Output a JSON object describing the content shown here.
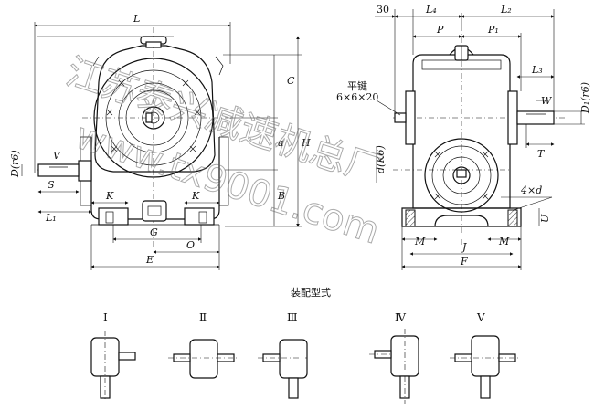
{
  "front_view_labels": {
    "L": "L",
    "C": "C",
    "H": "H",
    "a": "a",
    "B": "B",
    "D_r6": "D(r6)",
    "V": "V",
    "S": "S",
    "L1": "L₁",
    "K_left": "K",
    "K_right": "K",
    "G": "G",
    "O": "O",
    "E": "E"
  },
  "side_view_labels": {
    "dim_30": "30",
    "L4": "L₄",
    "L2": "L₂",
    "P": "P",
    "P1": "P₁",
    "L3": "L₃",
    "key_line1": "平键",
    "key_line2": "6×6×20",
    "W": "W",
    "D1_r6": "D₁(r6)",
    "T": "T",
    "d_K6": "d(K6)",
    "holes": "4×d",
    "U": "U",
    "M_left": "M",
    "M_right": "M",
    "J": "J",
    "F": "F"
  },
  "assembly": {
    "title": "装配型式",
    "types": [
      "Ⅰ",
      "Ⅱ",
      "Ⅲ",
      "Ⅳ",
      "Ⅴ"
    ]
  },
  "watermark": {
    "cn": "江苏泰兴减速机总厂",
    "url": "www.tx9001.com"
  }
}
